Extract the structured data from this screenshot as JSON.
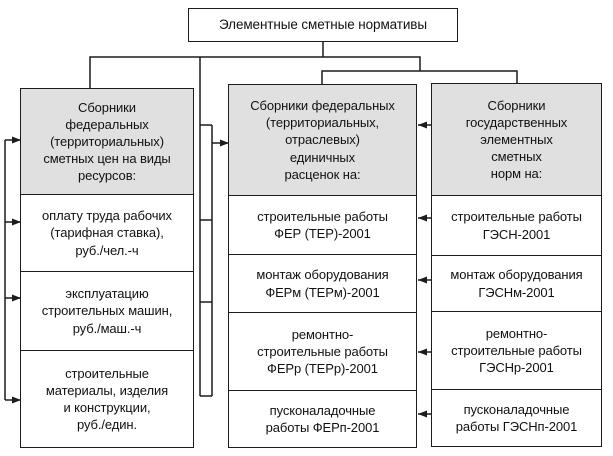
{
  "title": "Элементные сметные нормативы",
  "colors": {
    "header_fill": "#e0e0e0",
    "line_color": "#1c1c1c",
    "background": "#ffffff"
  },
  "columns": [
    {
      "id": "resource-prices",
      "header": "Сборники\nфедеральных\n(территориальных)\nсметных цен на виды\nресурсов:",
      "items": [
        "оплату труда рабочих\n(тарифная ставка),\nруб./чел.-ч",
        "эксплуатацию\nстроительных машин,\nруб./маш.-ч",
        "строительные\nматериалы, изделия\nи конструкции,\nруб./един."
      ]
    },
    {
      "id": "unit-rates",
      "header": "Сборники федеральных\n(территориальных,\nотраслевых)\nединичных\nрасценок на:",
      "items": [
        "строительные работы\nФЕР (ТЕР)-2001",
        "монтаж оборудования\nФЕРм (ТЕРм)-2001",
        "ремонтно-\nстроительные работы\nФЕРр (ТЕРр)-2001",
        "пусконаладочные\nработы ФЕРп-2001"
      ]
    },
    {
      "id": "state-norms",
      "header": "Сборники\nгосударственных\nэлементных\nсметных\nнорм на:",
      "items": [
        "строительные работы\nГЭСН-2001",
        "монтаж оборудования\nГЭСНм-2001",
        "ремонтно-\nстроительные работы\nГЭСНр-2001",
        "пусконаладочные\nработы ГЭСНп-2001"
      ]
    }
  ]
}
